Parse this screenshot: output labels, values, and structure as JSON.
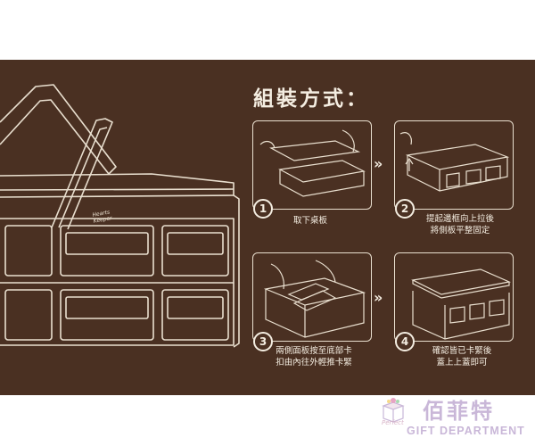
{
  "instructions": {
    "title": "組裝方式：",
    "steps": [
      {
        "number": "1",
        "line1": "取下桌板",
        "line2": ""
      },
      {
        "number": "2",
        "line1": "提起邊框向上拉後",
        "line2": "將側板平整固定"
      },
      {
        "number": "3",
        "line1": "兩側面板按至底部卡",
        "line2": "扣由內往外輕推卡緊"
      },
      {
        "number": "4",
        "line1": "確認皆已卡緊後",
        "line2": "蓋上上蓋即可"
      }
    ],
    "arrow": "»"
  },
  "product": {
    "brand_line1": "Hearts",
    "brand_line2": "Keeper"
  },
  "footer": {
    "logo_script": "Perfect",
    "name_zh": "佰菲特",
    "name_en": "GIFT DEPARTMENT"
  },
  "colors": {
    "panel_bg": "#4a3022",
    "line_art": "#e9dfcf",
    "logo_text": "#c9b7d8"
  }
}
